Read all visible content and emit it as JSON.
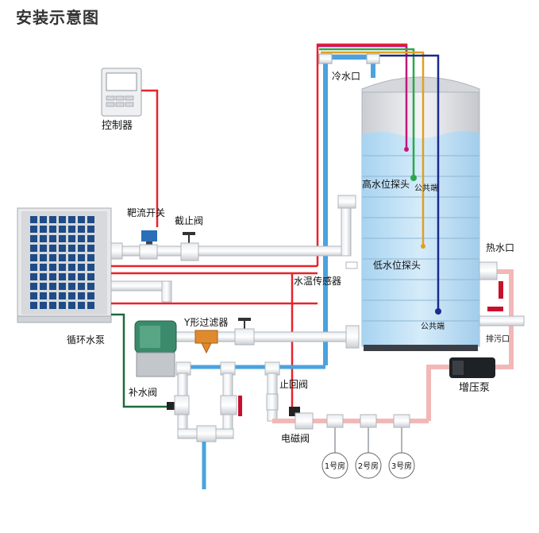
{
  "title": "安装示意图",
  "labels": {
    "controller": "控制器",
    "target_flow_switch": "靶流开关",
    "stop_valve": "截止阀",
    "cold_water_inlet": "冷水口",
    "high_level_probe": "高水位探头",
    "common_end_1": "公共端",
    "low_level_probe": "低水位探头",
    "common_end_2": "公共端",
    "hot_water_outlet": "热水口",
    "water_temp_sensor": "水温传感器",
    "y_filter": "Y形过滤器",
    "circulation_pump": "循环水泵",
    "drain_outlet": "排污口",
    "booster_pump": "增压泵",
    "make_up_valve": "补水阀",
    "check_valve": "止回阀",
    "solenoid_valve": "电磁阀",
    "room_1": "1号房",
    "room_2": "2号房",
    "room_3": "3号房"
  },
  "colors": {
    "power_wire": "#e8232a",
    "water_pipe": "#4aa3df",
    "ground_wire": "#1d6b3a",
    "high_probe_wire": "#c2177a",
    "low_probe_wire": "#e0a020",
    "common_wire": "#1b2a8c",
    "hot_pipe": "#f2b7b7"
  }
}
